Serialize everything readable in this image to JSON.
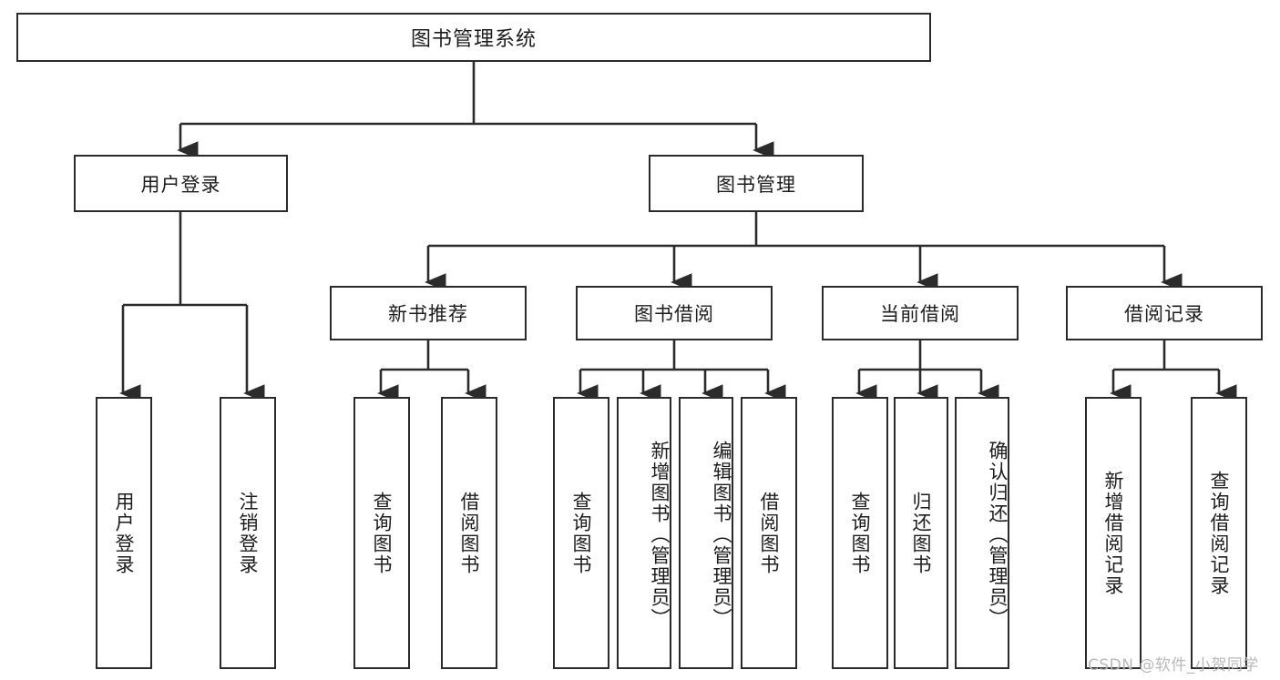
{
  "diagram": {
    "type": "tree",
    "title": "图书管理系统",
    "colors": {
      "box_border": "#2b2b2b",
      "box_fill": "#ffffff",
      "connector": "#2b2b2b",
      "text": "#1c1c1c",
      "watermark": "#b9b9b9",
      "background": "#ffffff"
    },
    "levels": {
      "level1": [
        "图书管理系统"
      ],
      "level2": [
        "用户登录",
        "图书管理"
      ],
      "level3": [
        "新书推荐",
        "图书借阅",
        "当前借阅",
        "借阅记录"
      ],
      "level4": [
        "用户登录",
        "注销登录",
        "查询图书",
        "借阅图书",
        "查询图书",
        "新增图书（管理员）",
        "编辑图书（管理员）",
        "借阅图书",
        "查询图书",
        "归还图书",
        "确认归还（管理员）",
        "新增借阅记录",
        "查询借阅记录"
      ]
    },
    "nodes": {
      "root": {
        "label": "图书管理系统"
      },
      "user_login": {
        "label": "用户登录"
      },
      "book_manage": {
        "label": "图书管理"
      },
      "new_book_rec": {
        "label": "新书推荐"
      },
      "book_borrow": {
        "label": "图书借阅"
      },
      "current_borrow": {
        "label": "当前借阅"
      },
      "borrow_record": {
        "label": "借阅记录"
      },
      "leaf_user_login": {
        "label": "用户登录"
      },
      "leaf_logout": {
        "label": "注销登录"
      },
      "leaf_query_book_1": {
        "label": "查询图书"
      },
      "leaf_borrow_book_1": {
        "label": "借阅图书"
      },
      "leaf_query_book_2": {
        "label": "查询图书"
      },
      "leaf_add_book": {
        "label": "新增图书（管理员）"
      },
      "leaf_edit_book": {
        "label": "编辑图书（管理员）"
      },
      "leaf_borrow_book_2": {
        "label": "借阅图书"
      },
      "leaf_query_book_3": {
        "label": "查询图书"
      },
      "leaf_return_book": {
        "label": "归还图书"
      },
      "leaf_confirm_return": {
        "label": "确认归还（管理员）"
      },
      "leaf_add_record": {
        "label": "新增借阅记录"
      },
      "leaf_query_record": {
        "label": "查询借阅记录"
      }
    },
    "edges": [
      {
        "from": "root",
        "to": "user_login"
      },
      {
        "from": "root",
        "to": "book_manage"
      },
      {
        "from": "user_login",
        "to": "leaf_user_login"
      },
      {
        "from": "user_login",
        "to": "leaf_logout"
      },
      {
        "from": "book_manage",
        "to": "new_book_rec"
      },
      {
        "from": "book_manage",
        "to": "book_borrow"
      },
      {
        "from": "book_manage",
        "to": "current_borrow"
      },
      {
        "from": "book_manage",
        "to": "borrow_record"
      },
      {
        "from": "new_book_rec",
        "to": "leaf_query_book_1"
      },
      {
        "from": "new_book_rec",
        "to": "leaf_borrow_book_1"
      },
      {
        "from": "book_borrow",
        "to": "leaf_query_book_2"
      },
      {
        "from": "book_borrow",
        "to": "leaf_add_book"
      },
      {
        "from": "book_borrow",
        "to": "leaf_edit_book"
      },
      {
        "from": "book_borrow",
        "to": "leaf_borrow_book_2"
      },
      {
        "from": "current_borrow",
        "to": "leaf_query_book_3"
      },
      {
        "from": "current_borrow",
        "to": "leaf_return_book"
      },
      {
        "from": "current_borrow",
        "to": "leaf_confirm_return"
      },
      {
        "from": "borrow_record",
        "to": "leaf_add_record"
      },
      {
        "from": "borrow_record",
        "to": "leaf_query_record"
      }
    ]
  },
  "watermark": {
    "text": "CSDN @软件_小贺同学"
  }
}
